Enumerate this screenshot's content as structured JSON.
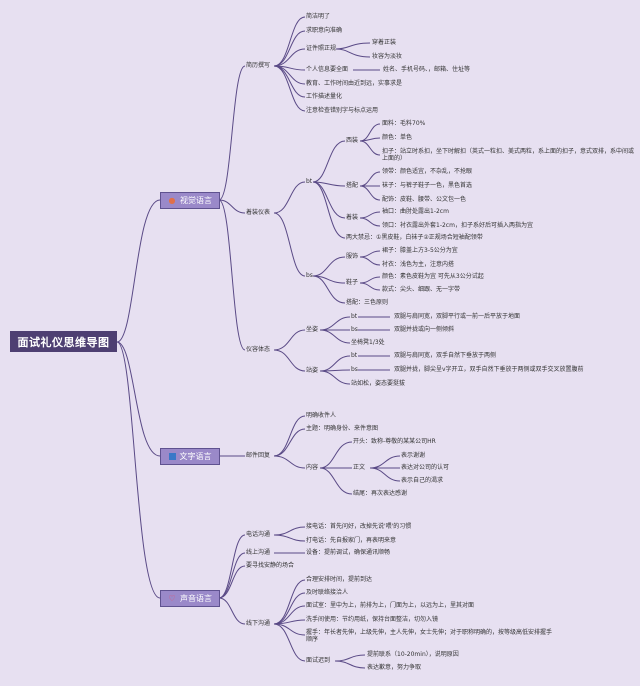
{
  "root": "面试礼仪思维导图",
  "branches": {
    "visual": "视觉语言",
    "text": "文字语言",
    "voice": "声音语言"
  },
  "visual": {
    "resume": {
      "label": "简历撰写",
      "items": [
        "简洁明了",
        "求职意向准确",
        "证件照正规",
        "个人信息要全面",
        "教育、工作时间由近到远，实事求是",
        "工作描述量化",
        "注意检查错别字与标点运用"
      ],
      "photo": [
        "穿着正装",
        "妆容为淡妆"
      ],
      "info_detail": "姓名、手机号码、，邮箱、住址等"
    },
    "dress": {
      "label": "着装仪表",
      "bt": "bt",
      "bs": "bs",
      "suit": "西装",
      "suit_items": [
        "面料：毛料70%",
        "颜色：单色",
        "扣子：站立时系扣，坐下时解扣（英式一粒扣、美式两粒，系上面的扣子，意式双排，系中间或上面的）"
      ],
      "match": "搭配",
      "match_items": [
        "领带：颜色适宜，不杂乱，不抢眼",
        "袜子：与裤子鞋子一色，黑色首选",
        "配饰：皮鞋、腰带、公文包一色"
      ],
      "wear": "着装",
      "wear_items": [
        "袖口：曲肘处露出1-2cm",
        "领口：衬衣露出外套1-2cm，扣子系好后可插入两指为宜"
      ],
      "taboo": "两大禁忌：①黑皮鞋，白袜子②正规场合短袖配领带",
      "clothes": "服饰",
      "clothes_items": [
        "裙子：膝盖上方3-5公分为宜",
        "衬衣：浅色为主，注意内搭"
      ],
      "shoes": "鞋子",
      "shoes_items": [
        "颜色：素色皮鞋为宜 可先从3公分试起",
        "款式：尖头、细跟、无一字带"
      ],
      "match_bs": "搭配：三色原则"
    },
    "posture": {
      "label": "仪容体态",
      "sit": "坐姿",
      "sit_bt": "bt",
      "sit_bs": "bs",
      "sit_items": [
        "双腿与肩同宽，双脚平行或一前一后平放于地面",
        "双腿并拢或向一侧倾斜"
      ],
      "sit_third": "坐椅凳1/3处",
      "stand": "站姿",
      "stand_bt": "bt",
      "stand_bs": "bs",
      "stand_items": [
        "双腿与肩同宽，双手自然下垂放于两侧",
        "双腿并拢，脚尖呈v字开立，双手自然下垂放于两侧或双手交叉放置腹前"
      ],
      "stand_last": "站如松，姿态要挺拔"
    }
  },
  "text": {
    "email": {
      "label": "邮件回复",
      "items": [
        "明确收件人",
        "主题：明确身份、来件意图"
      ],
      "content": "内容",
      "opening": "开头：致称-尊敬的某某公司HR",
      "body": "正文",
      "body_items": [
        "表示谢谢",
        "表达对公司的认可",
        "表示自己的渴求"
      ],
      "ending": "结尾：再次表达感谢"
    }
  },
  "voice": {
    "phone": {
      "label": "电话沟通",
      "items": [
        "接电话：首先问好，改掉先说'喂'的习惯",
        "打电话：先自报家门，再表明来意"
      ]
    },
    "online": {
      "label": "线上沟通",
      "item": "设备：提前调试，确保通讯顺畅"
    },
    "quiet": "要寻找安静的场合",
    "offline": {
      "label": "线下沟通",
      "items": [
        "合理安排时间，提前到达",
        "及时联络接洽人",
        "面试室：里中为上，前排为上，门面为上，以远为上，里其对面",
        "洗手间使用：节约用纸，保持台面整洁，切勿入镜",
        "握手：年长者先伸，上级先伸，主人先伸，女士先伸；对于职称明确的，按等级高低安排握手顺序"
      ],
      "late": "面试迟到",
      "late_items": [
        "提前联系（10-20min），说明原因",
        "表达歉意，努力争取"
      ]
    }
  },
  "colors": {
    "background": "#e7e0f1",
    "line": "#5a4a86",
    "root": "#4e3f72",
    "branch": "#9a89c9"
  },
  "icons": [
    "eye-icon",
    "text-icon",
    "heart-icon"
  ]
}
